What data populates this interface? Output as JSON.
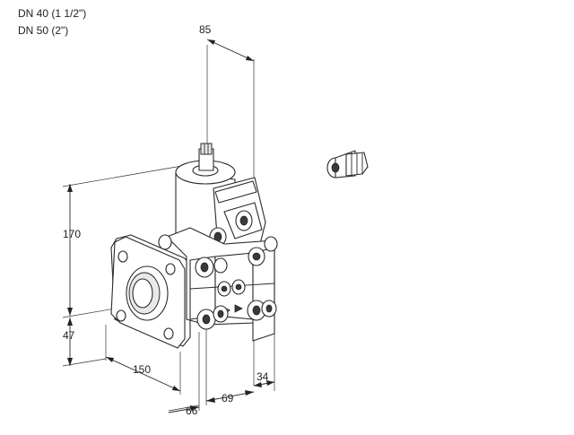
{
  "header": {
    "line1": "DN 40 (1 1/2\")",
    "line2": "DN 50 (2\")"
  },
  "dimensions": {
    "top_width": "85",
    "height_total": "170",
    "height_bottom": "47",
    "flange_depth": "150",
    "left_offset": "66",
    "body_width": "69",
    "right_offset": "34"
  }
}
